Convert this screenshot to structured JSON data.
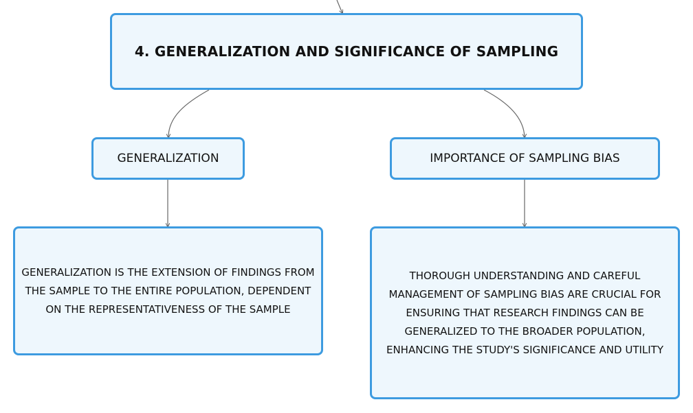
{
  "root": {
    "title": "4. GENERALIZATION AND SIGNIFICANCE OF SAMPLING"
  },
  "branches": [
    {
      "label": "GENERALIZATION",
      "detail": "GENERALIZATION IS THE EXTENSION OF FINDINGS FROM THE SAMPLE TO THE ENTIRE POPULATION, DEPENDENT ON THE REPRESENTATIVENESS OF THE SAMPLE"
    },
    {
      "label": "IMPORTANCE OF SAMPLING BIAS",
      "detail": "THOROUGH UNDERSTANDING AND CAREFUL MANAGEMENT OF SAMPLING BIAS ARE CRUCIAL FOR ENSURING THAT RESEARCH FINDINGS CAN BE GENERALIZED TO THE BROADER POPULATION, ENHANCING THE STUDY'S SIGNIFICANCE AND UTILITY"
    }
  ],
  "colors": {
    "node_border": "#3d9be0",
    "node_fill": "#eef7fd",
    "connector": "#666666"
  }
}
